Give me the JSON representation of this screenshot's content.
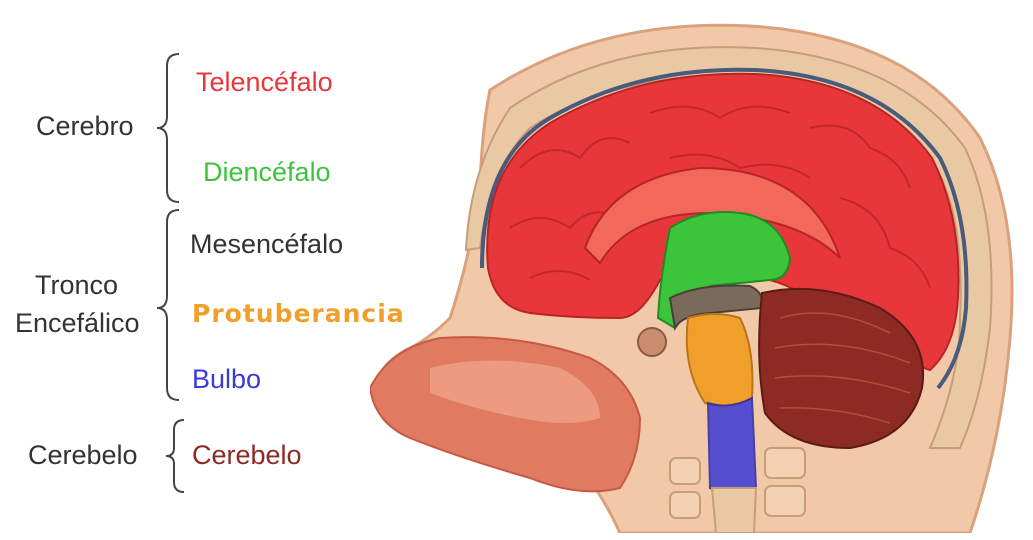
{
  "groups": {
    "cerebro": "Cerebro",
    "tronco_line1": "Tronco",
    "tronco_line2": "Encefálico",
    "cerebelo": "Cerebelo"
  },
  "parts": {
    "telencefalo": "Telencéfalo",
    "diencefalo": "Diencéfalo",
    "mesencefalo": "Mesencéfalo",
    "protuberancia": "Protuberancia",
    "bulbo": "Bulbo",
    "cerebelo": "Cerebelo"
  },
  "colors": {
    "telencefalo": "#e8373a",
    "diencefalo": "#3cc43c",
    "mesencefalo": "#333333",
    "protuberancia": "#f0a02a",
    "bulbo": "#3a3ad8",
    "cerebelo": "#8c2a24",
    "skull": "#e9c9a4",
    "skin": "#e07a60"
  }
}
